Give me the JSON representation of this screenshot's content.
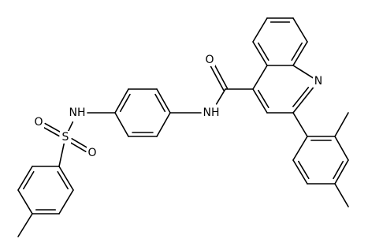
{
  "atom_labels": {
    "nh_sulfonamide": "NH",
    "sulfur": "S",
    "oxygen_s_left": "O",
    "oxygen_s_right": "O",
    "nh_amide": "NH",
    "oxygen_carbonyl": "O",
    "nitrogen_quinoline": "N"
  },
  "colors": {
    "bond": "#000000",
    "label": "#000000",
    "background": "#ffffff"
  }
}
